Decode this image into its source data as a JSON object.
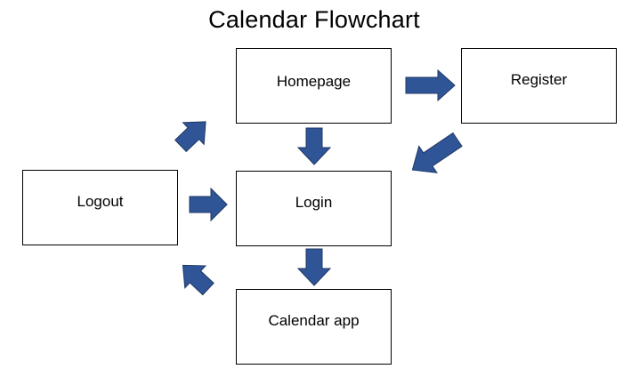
{
  "title": "Calendar Flowchart",
  "nodes": {
    "homepage": "Homepage",
    "register": "Register",
    "logout": "Logout",
    "login": "Login",
    "calendar_app": "Calendar app"
  },
  "colors": {
    "arrow_fill": "#2f5597",
    "arrow_stroke": "#1f3864",
    "box_border": "#000000",
    "background": "#ffffff"
  },
  "edges": [
    {
      "from": "homepage",
      "to": "register"
    },
    {
      "from": "homepage",
      "to": "login"
    },
    {
      "from": "register",
      "to": "login"
    },
    {
      "from": "logout",
      "to": "login"
    },
    {
      "from": "login",
      "to": "calendar_app"
    },
    {
      "from": "calendar_app",
      "to": "logout"
    },
    {
      "from": "logout",
      "to": "homepage"
    }
  ]
}
